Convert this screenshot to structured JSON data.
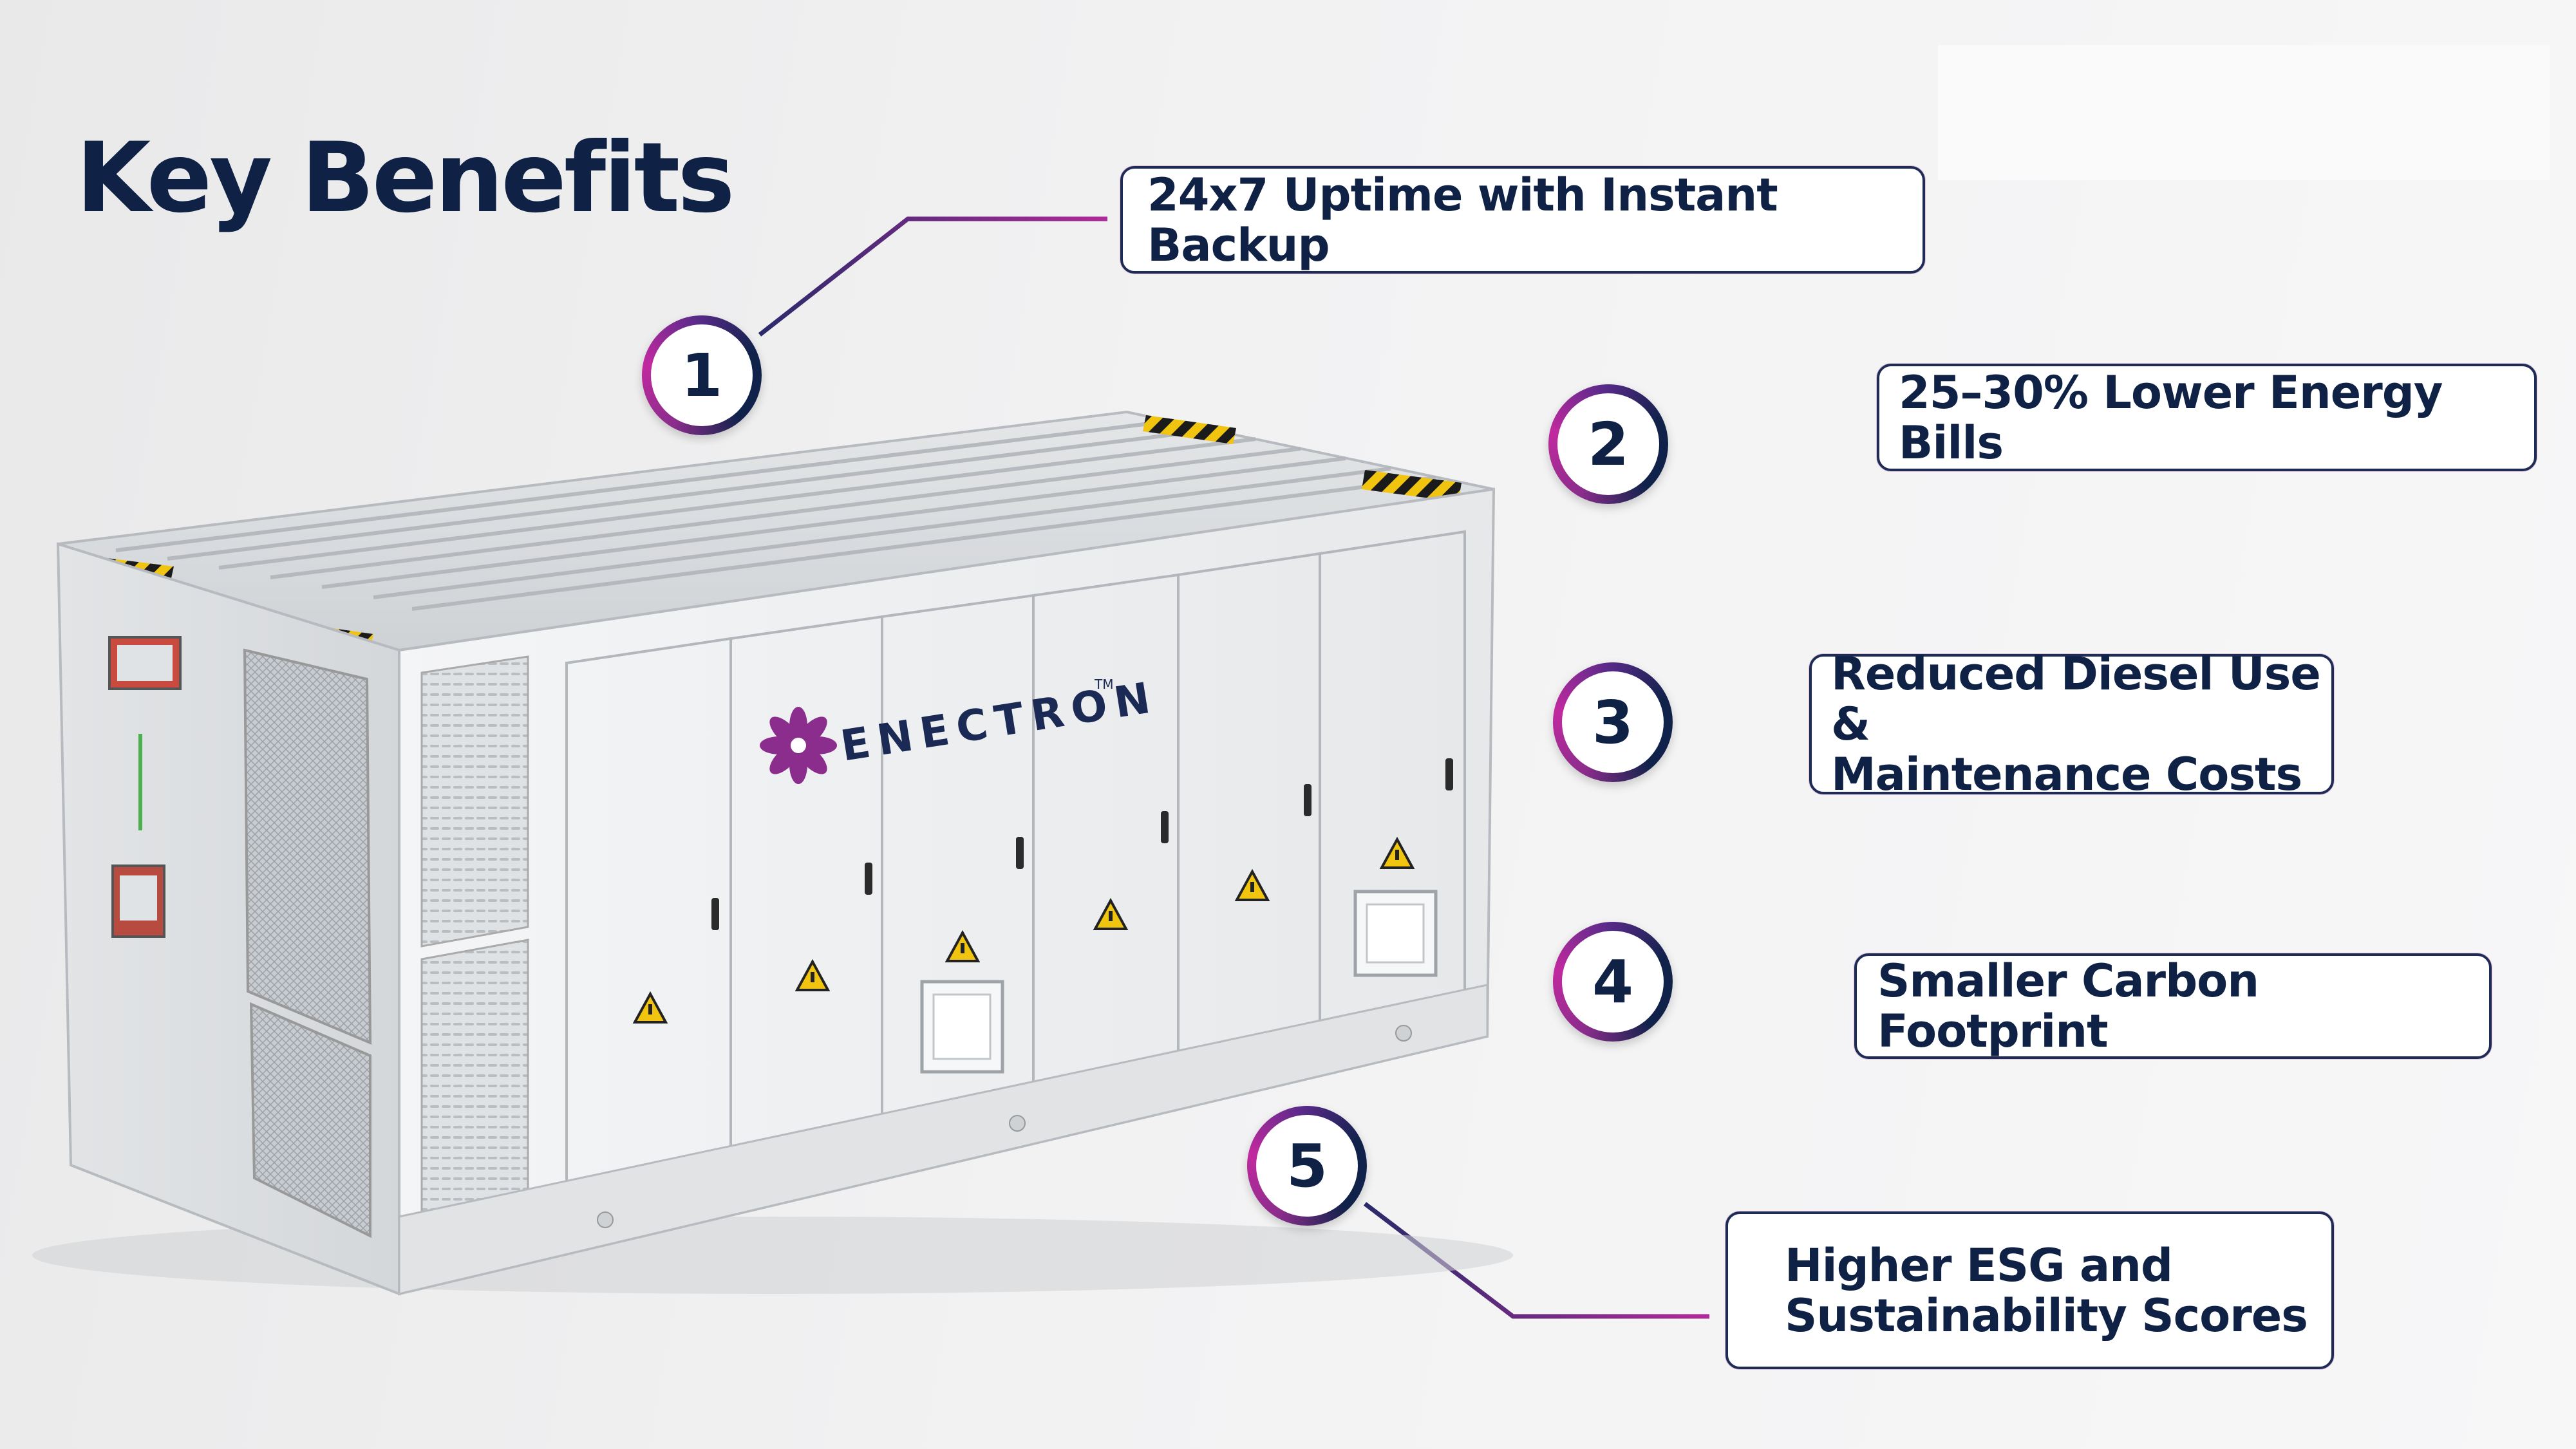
{
  "title": "Key Benefits",
  "brand": {
    "name": "ENECTRON",
    "tm": "TM"
  },
  "colors": {
    "navy": "#0f2246",
    "magenta": "#a02a97",
    "purple": "#5a2a8a",
    "box_border": "#1d2b55"
  },
  "benefits": [
    {
      "num": "1",
      "text": "24x7 Uptime with Instant Backup"
    },
    {
      "num": "2",
      "text": "25–30% Lower Energy Bills"
    },
    {
      "num": "3",
      "line1": "Reduced Diesel Use &",
      "line2": "Maintenance Costs"
    },
    {
      "num": "4",
      "text": "Smaller Carbon Footprint"
    },
    {
      "num": "5",
      "line1": "Higher ESG and",
      "line2": "Sustainability Scores"
    }
  ]
}
